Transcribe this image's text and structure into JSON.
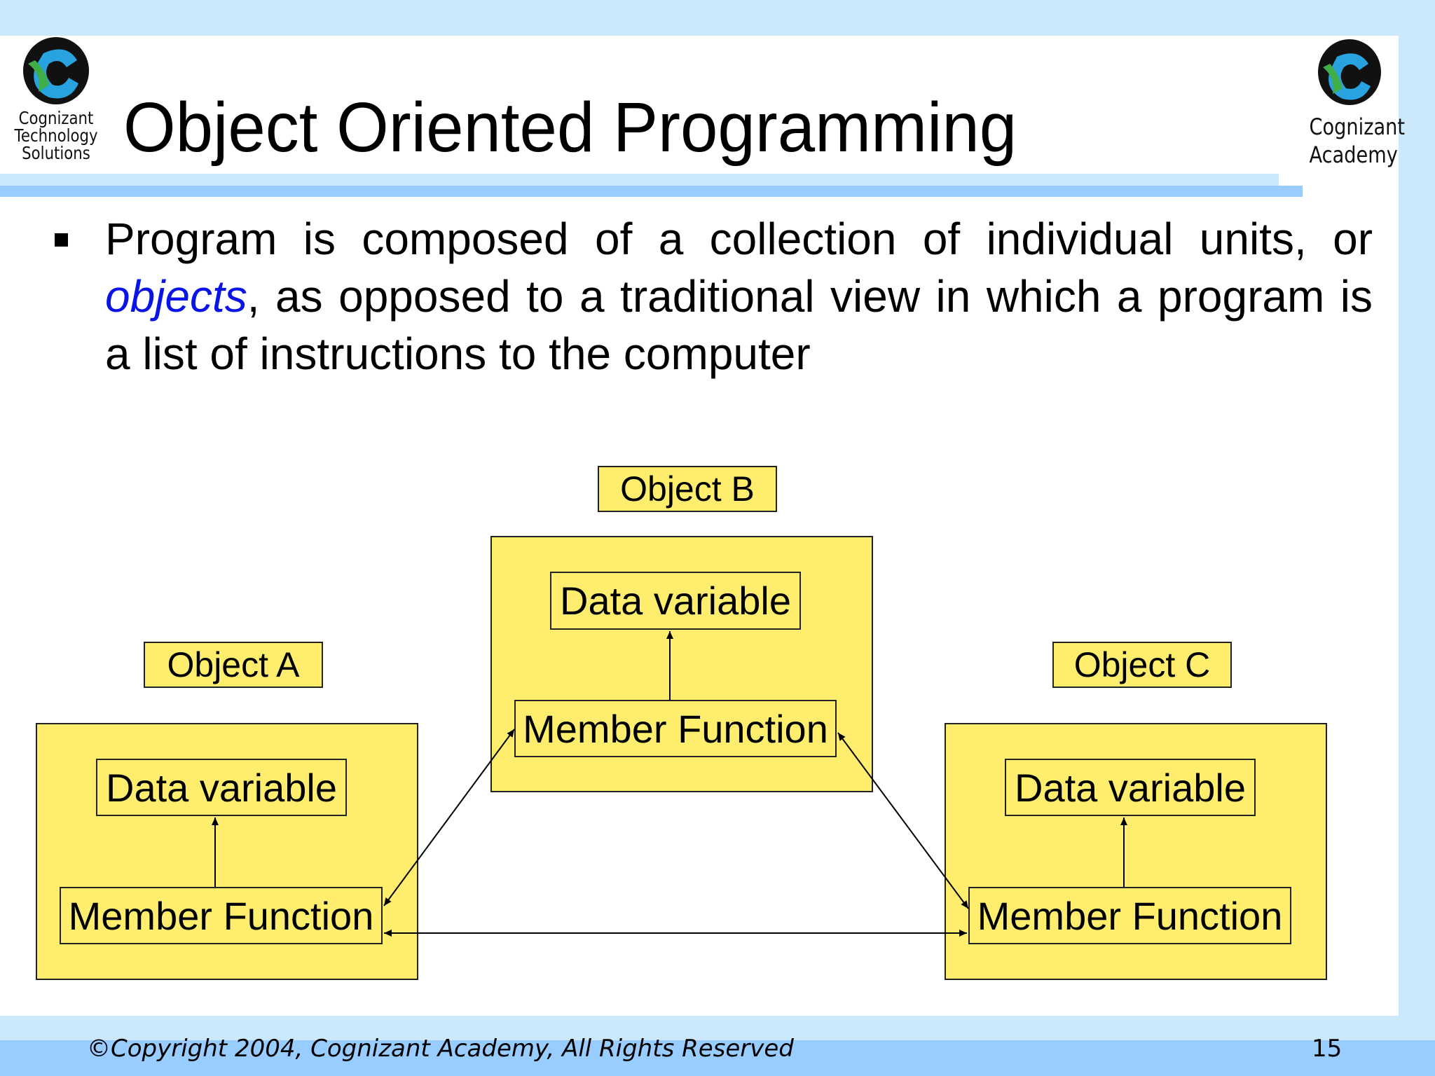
{
  "header": {
    "title": "Object Oriented Programming",
    "left_logo": {
      "lines": [
        "Cognizant",
        "Technology",
        "Solutions"
      ]
    },
    "right_logo": {
      "lines": [
        "Cognizant",
        "Academy"
      ]
    }
  },
  "body": {
    "bullet": {
      "before": "Program is composed of a collection of individual units, or ",
      "emphasis": "objects",
      "after": ", as opposed to a traditional view in which a program is a list of instructions to the computer"
    }
  },
  "diagram": {
    "objects": [
      {
        "label": "Object A",
        "data": "Data variable",
        "function": "Member Function"
      },
      {
        "label": "Object B",
        "data": "Data variable",
        "function": "Member Function"
      },
      {
        "label": "Object C",
        "data": "Data variable",
        "function": "Member Function"
      }
    ],
    "colors": {
      "box": "#ffee6e",
      "border": "#222222"
    }
  },
  "footer": {
    "copyright": "©Copyright 2004, Cognizant Academy, All Rights Reserved",
    "page": "15"
  },
  "colors": {
    "light_band": "#cce9fc",
    "dark_band": "#99ccff",
    "emphasis": "#0a14e6"
  }
}
